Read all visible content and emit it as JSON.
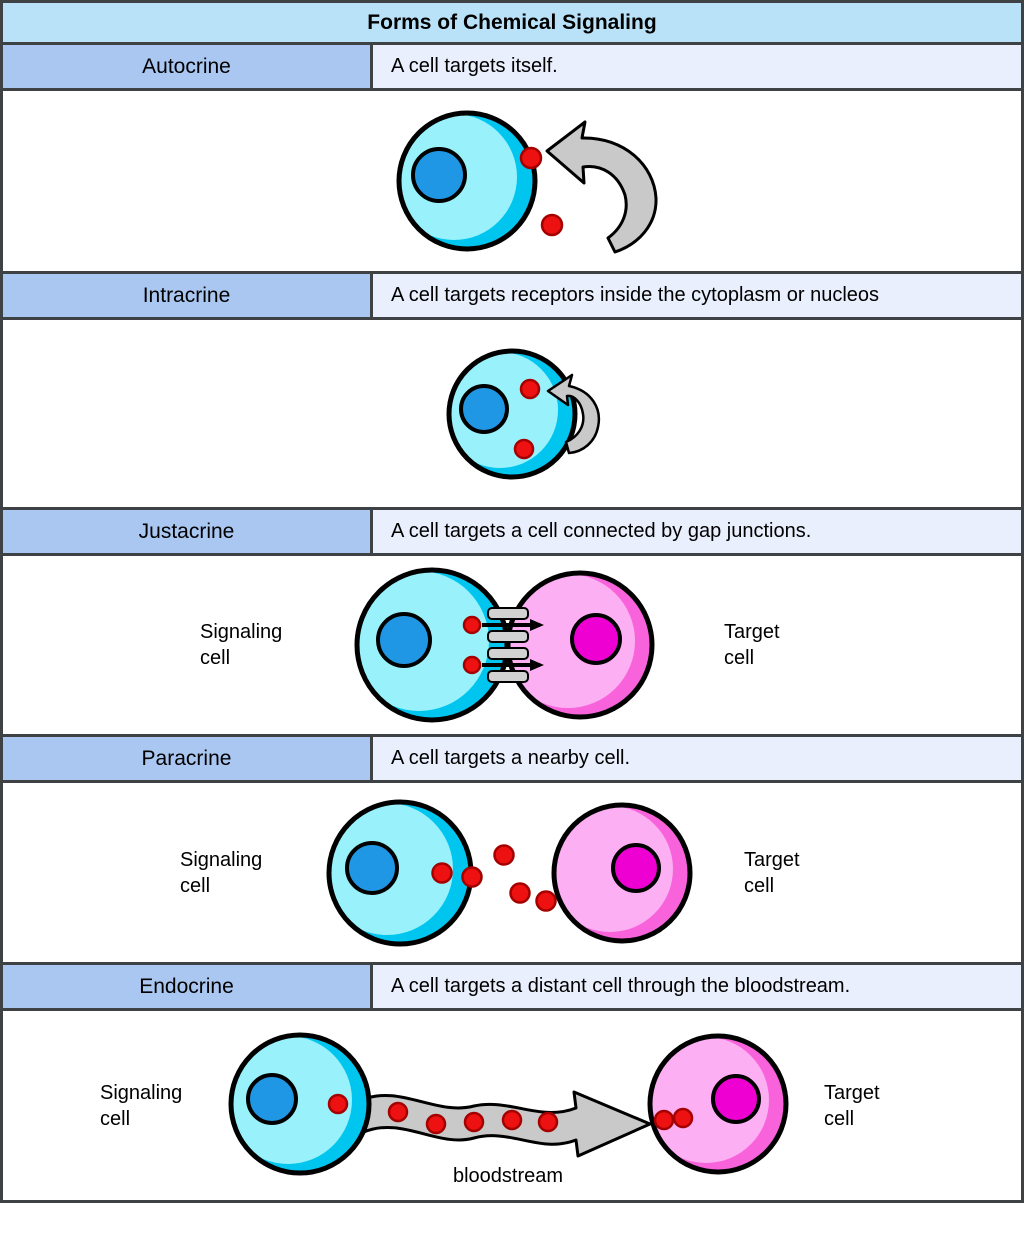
{
  "title": "Forms of Chemical Signaling",
  "rows": [
    {
      "term": "Autocrine",
      "description": "A cell targets itself."
    },
    {
      "term": "Intracrine",
      "description": "A cell targets receptors inside the cytoplasm or nucleos"
    },
    {
      "term": "Justacrine",
      "description": "A cell targets a cell connected by gap junctions."
    },
    {
      "term": "Paracrine",
      "description": "A cell targets a nearby cell."
    },
    {
      "term": "Endocrine",
      "description": "A cell targets a distant cell through the bloodstream."
    }
  ],
  "labels": {
    "signaling_cell": "Signaling\ncell",
    "target_cell": "Target\ncell",
    "bloodstream": "bloodstream"
  },
  "colors": {
    "title-bg": "#b9e2f8",
    "term-bg": "#aac7f2",
    "desc-bg": "#e9effc",
    "grid-border": "#3f4245",
    "cell-cyan-light": "#99f2fb",
    "cell-cyan-dark": "#00c5ef",
    "cell-pink-light": "#fcaff2",
    "cell-pink-dark": "#f863dc",
    "nucleus-blue": "#2097e4",
    "nucleus-magenta": "#ee00d2",
    "ligand-red": "#ed1111",
    "ligand-red-outline": "#a50000",
    "arrow-gray": "#c9c9c9",
    "junction-gray": "#d2d2d2"
  }
}
